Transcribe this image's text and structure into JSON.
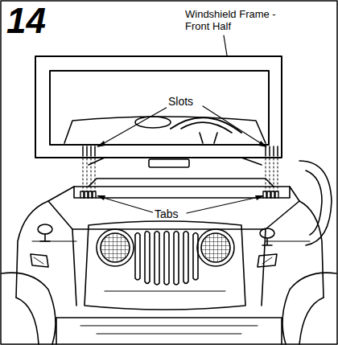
{
  "diagram": {
    "labels": [
      "14",
      "Windshield Frame - Front Half",
      "Slots",
      "Tabs"
    ]
  }
}
